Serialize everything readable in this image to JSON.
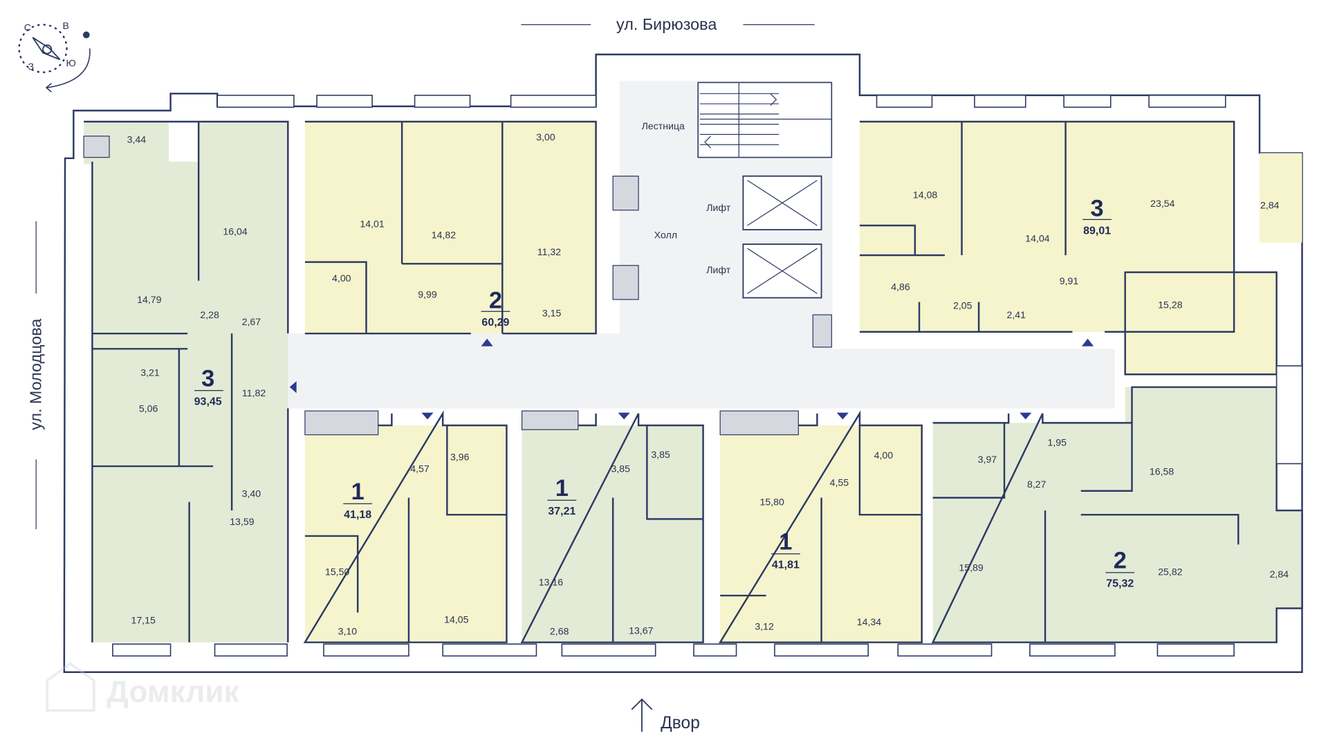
{
  "streets": {
    "top": "ул. Бирюзова",
    "left": "ул. Молодцова"
  },
  "compass": {
    "n": "С",
    "e": "В",
    "s": "Ю",
    "w": "З",
    "icon": "sun-icon"
  },
  "core": {
    "stairs": "Лестница",
    "hall": "Холл",
    "lift1": "Лифт",
    "lift2": "Лифт"
  },
  "yard": {
    "label": "Двор",
    "icon": "arrow-up-icon"
  },
  "watermark": "Домклик",
  "colors": {
    "green": "#e3ebd6",
    "yellow": "#f5f4cd",
    "corridor": "#f1f2f4",
    "wall": "#2d3a63",
    "accent": "#2b3a8f"
  },
  "apartments": [
    {
      "rooms": "3",
      "area": "93,45",
      "color": "green",
      "room_areas": [
        "3,44",
        "16,04",
        "14,79",
        "2,28",
        "2,67",
        "3,21",
        "5,06",
        "11,82",
        "3,40",
        "13,59",
        "17,15"
      ]
    },
    {
      "rooms": "2",
      "area": "60,29",
      "color": "yellow",
      "room_areas": [
        "14,01",
        "14,82",
        "3,00",
        "11,32",
        "4,00",
        "9,99",
        "3,15"
      ]
    },
    {
      "rooms": "3",
      "area": "89,01",
      "color": "yellow",
      "room_areas": [
        "14,08",
        "14,04",
        "23,54",
        "2,84",
        "4,86",
        "2,05",
        "2,41",
        "9,91",
        "15,28"
      ]
    },
    {
      "rooms": "1",
      "area": "41,18",
      "color": "yellow",
      "room_areas": [
        "4,57",
        "3,96",
        "15,50",
        "3,10",
        "14,05"
      ]
    },
    {
      "rooms": "1",
      "area": "37,21",
      "color": "green",
      "room_areas": [
        "3,85",
        "3,85",
        "13,16",
        "2,68",
        "13,67"
      ]
    },
    {
      "rooms": "1",
      "area": "41,81",
      "color": "yellow",
      "room_areas": [
        "4,00",
        "4,55",
        "15,80",
        "3,12",
        "14,34"
      ]
    },
    {
      "rooms": "2",
      "area": "75,32",
      "color": "green",
      "room_areas": [
        "1,95",
        "3,97",
        "8,27",
        "16,58",
        "15,89",
        "25,82",
        "2,84"
      ]
    }
  ]
}
